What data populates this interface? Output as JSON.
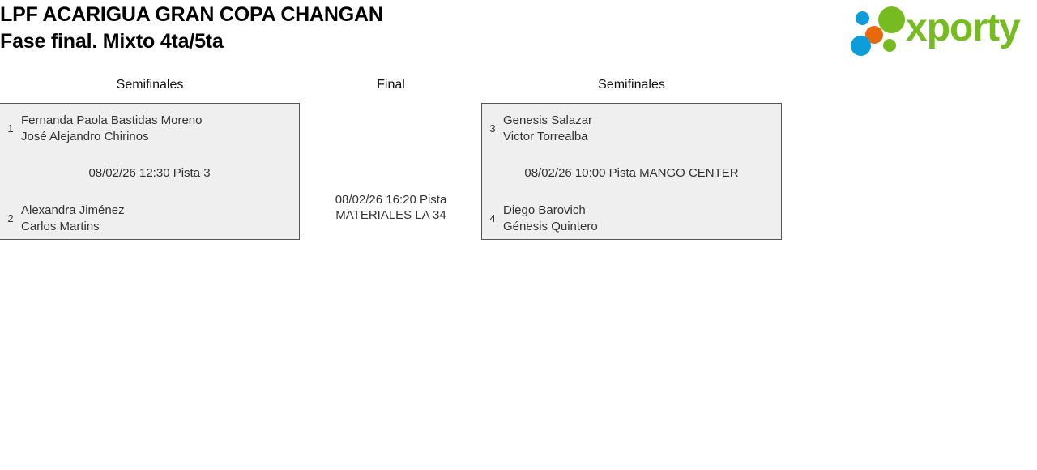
{
  "header": {
    "title_line1": "LPF ACARIGUA GRAN COPA CHANGAN",
    "title_line2": "Fase final. Mixto 4ta/5ta"
  },
  "logo": {
    "wordmark": "xporty",
    "colors": {
      "green": "#76bc21",
      "blue": "#0d9ddb",
      "orange": "#e8690b"
    },
    "dots": [
      {
        "name": "blue-small-dot",
        "color": "#0d9ddb"
      },
      {
        "name": "green-large-dot",
        "color": "#76bc21"
      },
      {
        "name": "orange-dot",
        "color": "#e8690b"
      },
      {
        "name": "blue-large-dot",
        "color": "#0d9ddb"
      },
      {
        "name": "green-small-dot",
        "color": "#76bc21"
      }
    ]
  },
  "bracket": {
    "rounds": [
      {
        "id": "semifinal-left",
        "label": "Semifinales"
      },
      {
        "id": "final",
        "label": "Final"
      },
      {
        "id": "semifinal-right",
        "label": "Semifinales"
      }
    ],
    "matches": {
      "semifinal_left": {
        "team_top": {
          "seed": "1",
          "player1": "Fernanda Paola Bastidas Moreno",
          "player2": "José Alejandro Chirinos"
        },
        "team_bottom": {
          "seed": "2",
          "player1": "Alexandra Jiménez",
          "player2": "Carlos Martins"
        },
        "info": "08/02/26 12:30 Pista 3"
      },
      "semifinal_right": {
        "team_top": {
          "seed": "3",
          "player1": "Genesis Salazar",
          "player2": "Victor Torrealba"
        },
        "team_bottom": {
          "seed": "4",
          "player1": "Diego Barovich",
          "player2": "Génesis Quintero"
        },
        "info": "08/02/26 10:00 Pista MANGO CENTER"
      },
      "final": {
        "info_line1": "08/02/26 16:20 Pista",
        "info_line2": "MATERIALES LA 34"
      }
    }
  }
}
